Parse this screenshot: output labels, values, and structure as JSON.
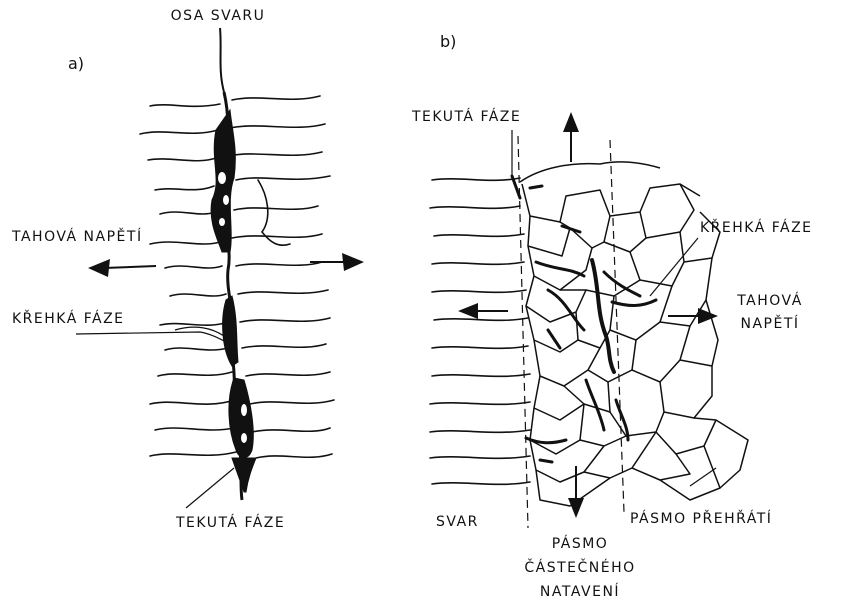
{
  "panel_a": {
    "letter": "a)",
    "weld_axis": "OSA SVARU",
    "tensile_stress": "TAHOVÁ NAPĚTÍ",
    "brittle_phase": "KŘEHKÁ FÁZE",
    "liquid_phase": "TEKUTÁ FÁZE"
  },
  "panel_b": {
    "letter": "b)",
    "liquid_phase": "TEKUTÁ FÁZE",
    "brittle_phase": "KŘEHKÁ FÁZE",
    "tensile_stress_line1": "TAHOVÁ",
    "tensile_stress_line2": "NAPĚTÍ",
    "weld": "SVAR",
    "overheat_zone": "PÁSMO PŘEHŘÁTÍ",
    "partial_melt_line1": "PÁSMO",
    "partial_melt_line2": "ČÁSTEČNÉHO",
    "partial_melt_line3": "NATAVENÍ"
  },
  "colors": {
    "ink": "#111111",
    "paper": "#ffffff"
  }
}
